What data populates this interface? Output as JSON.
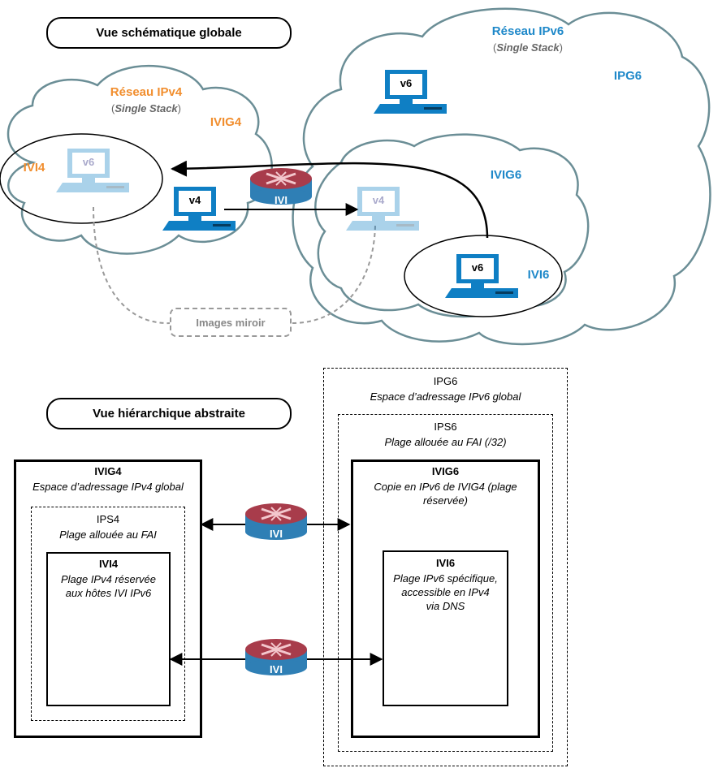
{
  "schematic": {
    "title": "Vue schématique globale",
    "ipv4_network_title": "Réseau IPv4",
    "ipv4_network_sub": "Single Stack",
    "ipv6_network_title": "Réseau IPv6",
    "ipv6_network_sub": "Single Stack",
    "ivig4": "IVIG4",
    "ivi4": "IVI4",
    "ipg6": "IPG6",
    "ivig6": "IVIG6",
    "ivi6": "IVI6",
    "router_label": "IVI",
    "mirror_label": "Images miroir",
    "host_v4": "v4",
    "host_v6": "v6"
  },
  "hierarchy": {
    "title": "Vue hiérarchique abstraite",
    "ipg6_title": "IPG6",
    "ipg6_desc": "Espace d’adressage IPv6 global",
    "ips6_title": "IPS6",
    "ips6_desc": "Plage allouée au FAI (/32)",
    "ivig6_title": "IVIG6",
    "ivig6_desc1": "Copie en IPv6 de IVIG4 (plage",
    "ivig6_desc2": "réservée)",
    "ivi6_title": "IVI6",
    "ivi6_desc1": "Plage IPv6 spécifique,",
    "ivi6_desc2": "accessible en IPv4",
    "ivi6_desc3": "via DNS",
    "ivig4_title": "IVIG4",
    "ivig4_desc": "Espace d’adressage IPv4 global",
    "ips4_title": "IPS4",
    "ips4_desc": "Plage allouée au FAI",
    "ivi4_title": "IVI4",
    "ivi4_desc1": "Plage IPv4 réservée",
    "ivi4_desc2": "aux hôtes IVI IPv6",
    "router_label": "IVI"
  },
  "colors": {
    "ipv4_accent": "#f18e2e",
    "ipv6_accent": "#1e88c9",
    "router_red": "#a83c4b",
    "router_blue": "#2f7fb5",
    "cloud_stroke": "#6b8e96"
  }
}
